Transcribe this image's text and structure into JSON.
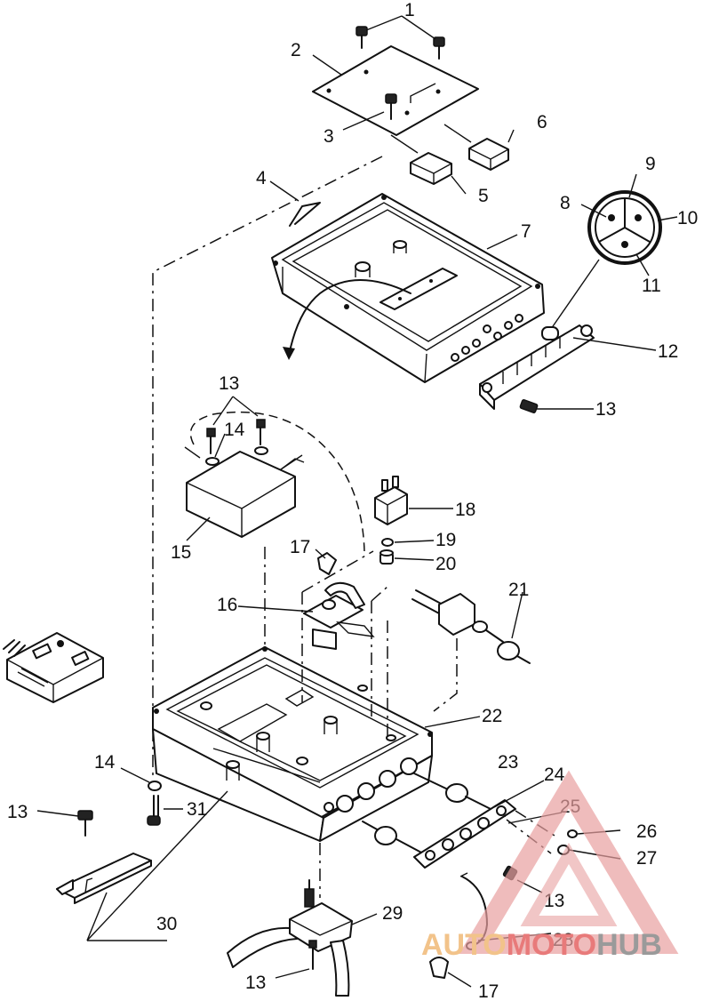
{
  "callouts": [
    {
      "id": "c1",
      "text": "1"
    },
    {
      "id": "c2",
      "text": "2"
    },
    {
      "id": "c3",
      "text": "3"
    },
    {
      "id": "c4",
      "text": "4"
    },
    {
      "id": "c5",
      "text": "5"
    },
    {
      "id": "c6",
      "text": "6"
    },
    {
      "id": "c7",
      "text": "7"
    },
    {
      "id": "c8",
      "text": "8"
    },
    {
      "id": "c9",
      "text": "9"
    },
    {
      "id": "c10",
      "text": "10"
    },
    {
      "id": "c11",
      "text": "11"
    },
    {
      "id": "c12",
      "text": "12"
    },
    {
      "id": "c13a",
      "text": "13"
    },
    {
      "id": "c13b",
      "text": "13"
    },
    {
      "id": "c14a",
      "text": "14"
    },
    {
      "id": "c15",
      "text": "15"
    },
    {
      "id": "c16",
      "text": "16"
    },
    {
      "id": "c17a",
      "text": "17"
    },
    {
      "id": "c18",
      "text": "18"
    },
    {
      "id": "c19",
      "text": "19"
    },
    {
      "id": "c20",
      "text": "20"
    },
    {
      "id": "c21",
      "text": "21"
    },
    {
      "id": "c22",
      "text": "22"
    },
    {
      "id": "c23",
      "text": "23"
    },
    {
      "id": "c24",
      "text": "24"
    },
    {
      "id": "c25",
      "text": "25"
    },
    {
      "id": "c26",
      "text": "26"
    },
    {
      "id": "c27",
      "text": "27"
    },
    {
      "id": "c13c",
      "text": "13"
    },
    {
      "id": "c28",
      "text": "28"
    },
    {
      "id": "c17b",
      "text": "17"
    },
    {
      "id": "c13d",
      "text": "13"
    },
    {
      "id": "c29",
      "text": "29"
    },
    {
      "id": "c14b",
      "text": "14"
    },
    {
      "id": "c13e",
      "text": "13"
    },
    {
      "id": "c31",
      "text": "31"
    },
    {
      "id": "c30",
      "text": "30"
    }
  ],
  "watermark": {
    "part1": "AUTO",
    "part2": "MOTO",
    "part3": "HUB",
    "colors": {
      "part1": "#f2c38a",
      "part2": "#e87a7a",
      "part3": "#9a9a9a",
      "triangle": "#e8a0a0"
    }
  }
}
